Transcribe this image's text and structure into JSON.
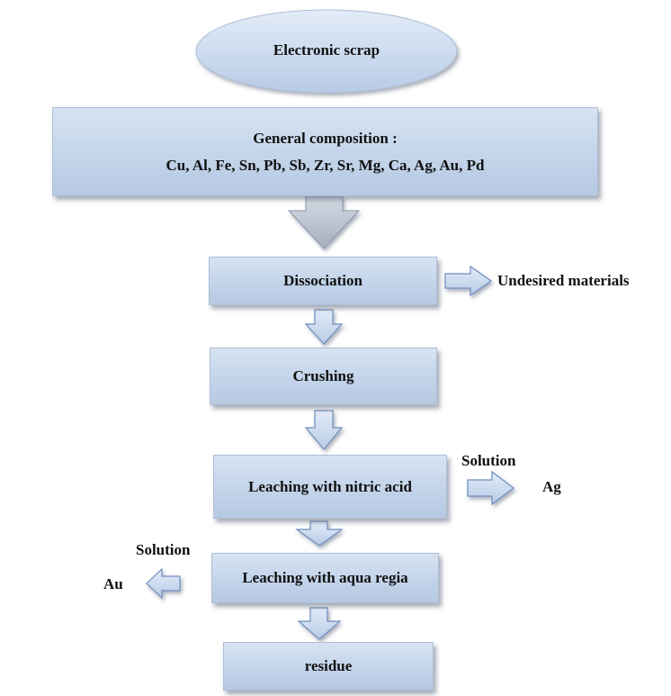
{
  "nodes": {
    "start": "Electronic scrap",
    "composition_title": "General composition :",
    "composition_elements": "Cu, Al, Fe, Sn, Pb, Sb, Zr, Sr, Mg, Ca, Ag, Au, Pd",
    "dissociation": "Dissociation",
    "crushing": "Crushing",
    "nitric": "Leaching with nitric acid",
    "aqua": "Leaching with aqua regia",
    "residue": "residue"
  },
  "side": {
    "undesired": "Undesired materials",
    "solution_ag": "Solution",
    "ag": "Ag",
    "solution_au": "Solution",
    "au": "Au"
  }
}
